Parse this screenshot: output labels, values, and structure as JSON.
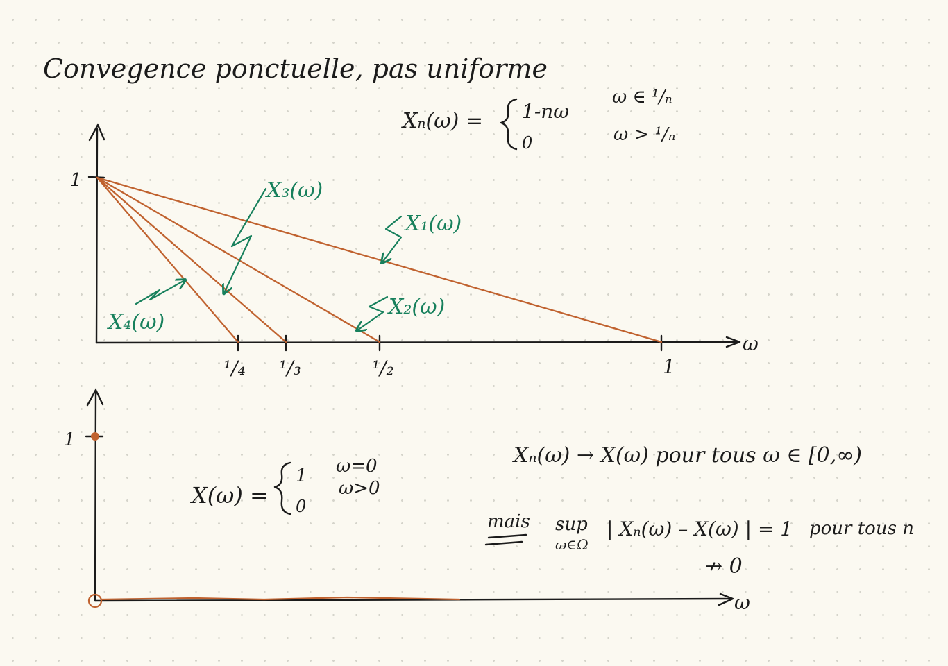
{
  "title": "Convegence ponctuelle, pas uniforme",
  "definition_xn": {
    "lhs": "Xₙ(ω) =",
    "case1_expr": "1-nω",
    "case1_cond": "ω ∈ ¹/ₙ",
    "case2_expr": "0",
    "case2_cond": "ω > ¹/ₙ"
  },
  "top_graph": {
    "y_tick_label": "1",
    "x_axis_label": "ω",
    "x_tick_labels": [
      "¹/₄",
      "¹/₃",
      "¹/₂",
      "1"
    ],
    "curve_labels": [
      "X₁(ω)",
      "X₂(ω)",
      "X₃(ω)",
      "X₄(ω)"
    ]
  },
  "bottom_graph": {
    "y_tick_label": "1",
    "x_axis_label": "ω"
  },
  "definition_x": {
    "lhs": "X(ω) =",
    "case1_expr": "1",
    "case1_cond": "ω=0",
    "case2_expr": "0",
    "case2_cond": "ω>0"
  },
  "convergence_statement": "Xₙ(ω) → X(ω)  pour tous ω ∈ [0,∞)",
  "sup_statement": {
    "mais": "mais",
    "sup": "sup",
    "sub": "ω∈Ω",
    "expr": "| Xₙ(ω) – X(ω) | = 1",
    "tail": "pour tous n",
    "not_to_zero": "↛ 0"
  },
  "colors": {
    "ink": "#1b1b1b",
    "orange": "#c0622f",
    "green": "#17805c",
    "paper": "#fbf9f1"
  }
}
